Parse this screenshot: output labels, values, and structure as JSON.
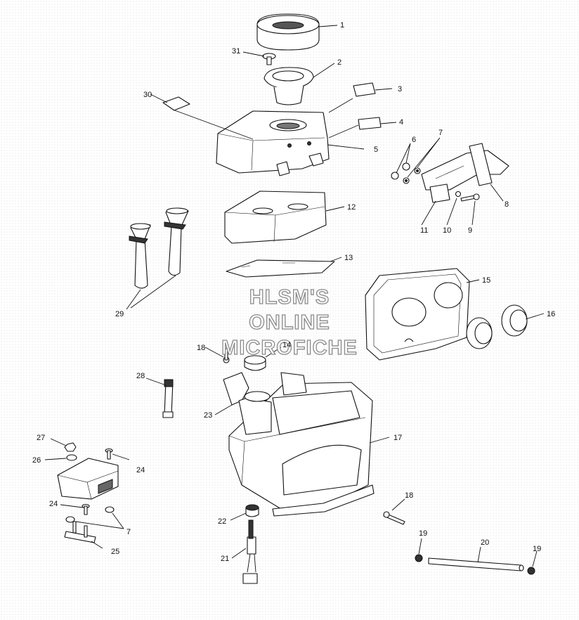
{
  "watermark": {
    "line1": "HLSM'S",
    "line2": "ONLINE",
    "line3": "MICROFICHE"
  },
  "callouts": [
    {
      "id": "c1",
      "label": "1"
    },
    {
      "id": "c2",
      "label": "2"
    },
    {
      "id": "c3",
      "label": "3"
    },
    {
      "id": "c4",
      "label": "4"
    },
    {
      "id": "c5",
      "label": "5"
    },
    {
      "id": "c6",
      "label": "6"
    },
    {
      "id": "c7a",
      "label": "7"
    },
    {
      "id": "c8",
      "label": "8"
    },
    {
      "id": "c9",
      "label": "9"
    },
    {
      "id": "c10",
      "label": "10"
    },
    {
      "id": "c11",
      "label": "11"
    },
    {
      "id": "c12",
      "label": "12"
    },
    {
      "id": "c13",
      "label": "13"
    },
    {
      "id": "c14",
      "label": "14"
    },
    {
      "id": "c15",
      "label": "15"
    },
    {
      "id": "c16",
      "label": "16"
    },
    {
      "id": "c17",
      "label": "17"
    },
    {
      "id": "c18a",
      "label": "18"
    },
    {
      "id": "c18b",
      "label": "18"
    },
    {
      "id": "c19a",
      "label": "19"
    },
    {
      "id": "c19b",
      "label": "19"
    },
    {
      "id": "c20",
      "label": "20"
    },
    {
      "id": "c21",
      "label": "21"
    },
    {
      "id": "c22",
      "label": "22"
    },
    {
      "id": "c23",
      "label": "23"
    },
    {
      "id": "c24a",
      "label": "24"
    },
    {
      "id": "c24b",
      "label": "24"
    },
    {
      "id": "c25",
      "label": "25"
    },
    {
      "id": "c26",
      "label": "26"
    },
    {
      "id": "c27",
      "label": "27"
    },
    {
      "id": "c28",
      "label": "28"
    },
    {
      "id": "c29",
      "label": "29"
    },
    {
      "id": "c30",
      "label": "30"
    },
    {
      "id": "c31",
      "label": "31"
    },
    {
      "id": "c7b",
      "label": "7"
    }
  ]
}
